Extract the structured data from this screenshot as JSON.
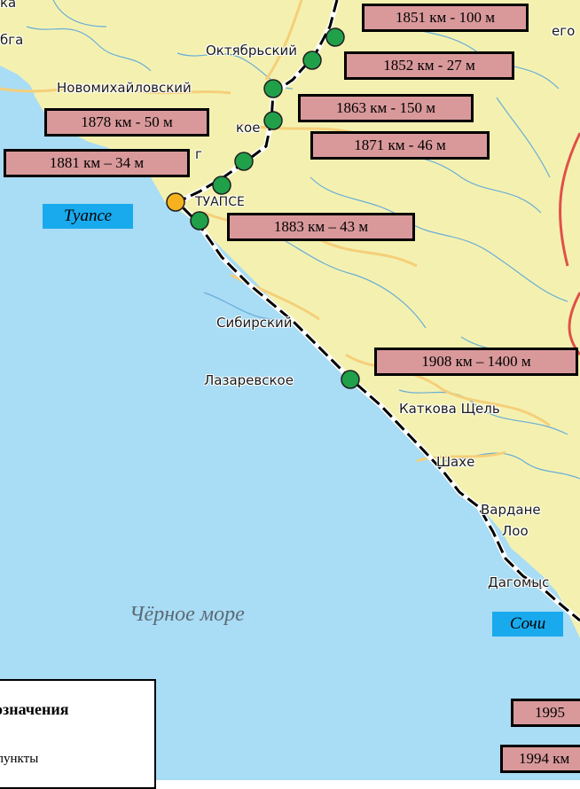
{
  "map": {
    "colors": {
      "land": "#f4f1b0",
      "sea": "#a9dcf5",
      "river": "#6aaed6",
      "road": "#f5cf7a",
      "route": "#000000",
      "station": "#21a04a",
      "station_highlight": "#f6b21e",
      "label_bg": "#d9999b",
      "city_bg": "#19aaee"
    }
  },
  "places": {
    "top_left_fragment": "ка",
    "olga_fragment": "бга",
    "oktyabrsky": "Октябрьский",
    "novomikhaylovsky": "Новомихайловский",
    "koe_fragment": "кое",
    "g_fragment": "г",
    "tuapse_map": "ТУАПСЕ",
    "sibirsky": "Сибирский",
    "lazarevskoe": "Лазаревское",
    "katkova": "Каткова Щель",
    "shakhe": "Шахе",
    "vardane": "Вардане",
    "loo": "Лоо",
    "dagomys": "Дагомыс",
    "ego_fragment": "его"
  },
  "markers": [
    {
      "id": "km1851",
      "text": "1851 км - 100 м"
    },
    {
      "id": "km1852",
      "text": "1852 км - 27 м"
    },
    {
      "id": "km1863",
      "text": "1863 км - 150 м"
    },
    {
      "id": "km1871",
      "text": "1871 км - 46 м"
    },
    {
      "id": "km1878",
      "text": "1878 км - 50 м"
    },
    {
      "id": "km1881",
      "text": "1881 км – 34 м"
    },
    {
      "id": "km1883",
      "text": "1883 км – 43 м"
    },
    {
      "id": "km1908",
      "text": "1908 км – 1400 м"
    },
    {
      "id": "km1995",
      "text": "1995"
    },
    {
      "id": "km1994",
      "text": "1994 км"
    }
  ],
  "cities": {
    "tuapse": "Туапсе",
    "sochi": "Сочи"
  },
  "sea_label": "Чёрное море",
  "legend": {
    "title": "означения",
    "item": "пункты"
  }
}
